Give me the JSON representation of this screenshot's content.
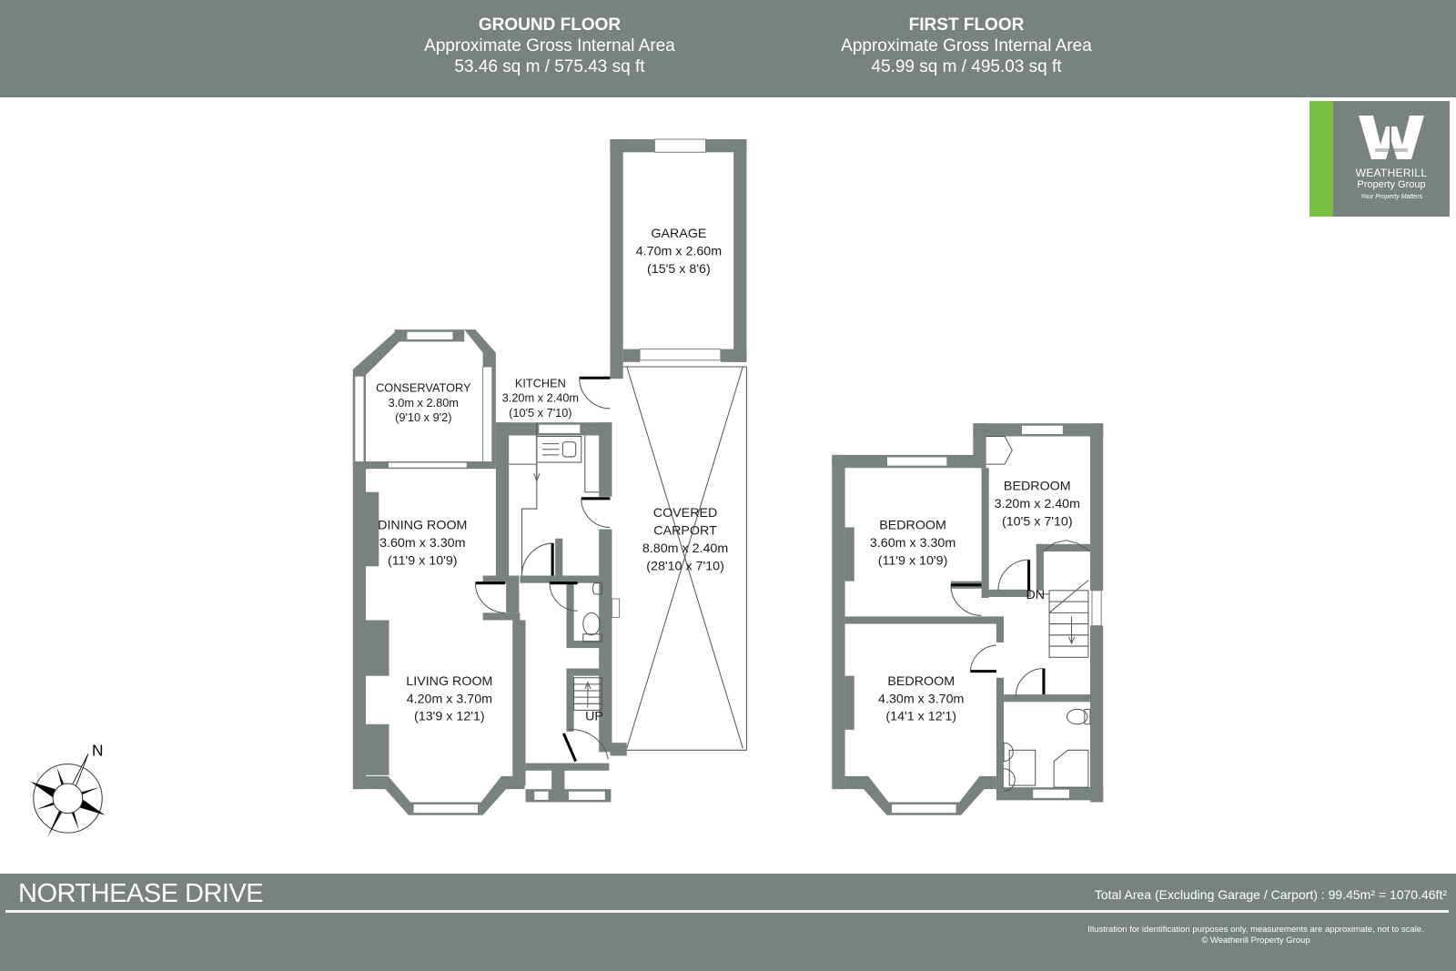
{
  "header": {
    "ground_floor": {
      "title": "GROUND FLOOR",
      "subtitle": "Approximate Gross Internal Area",
      "area": "53.46  sq m / 575.43 sq ft"
    },
    "first_floor": {
      "title": "FIRST FLOOR",
      "subtitle": "Approximate Gross Internal Area",
      "area": "45.99  sq m / 495.03 sq ft"
    }
  },
  "logo": {
    "letter": "W",
    "name": "WEATHERILL",
    "group": "Property Group",
    "tagline": "Your Property Matters",
    "colors": {
      "panel": "#78837f",
      "accent": "#7ac143"
    }
  },
  "ground_floor_rooms": [
    {
      "name": "GARAGE",
      "metric": "4.70m x 2.60m",
      "imperial": "(15'5 x 8'6)"
    },
    {
      "name": "CONSERVATORY",
      "metric": "3.0m x 2.80m",
      "imperial": "(9'10 x 9'2)"
    },
    {
      "name": "KITCHEN",
      "metric": "3.20m x 2.40m",
      "imperial": "(10'5 x 7'10)"
    },
    {
      "name": "DINING ROOM",
      "metric": "3.60m x 3.30m",
      "imperial": "(11'9 x 10'9)"
    },
    {
      "name": "COVERED",
      "name2": "CARPORT",
      "metric": "8.80m x 2.40m",
      "imperial": "(28'10 x 7'10)"
    },
    {
      "name": "LIVING ROOM",
      "metric": "4.20m x 3.70m",
      "imperial": "(13'9 x 12'1)"
    }
  ],
  "ground_floor_markers": {
    "stairs": "UP"
  },
  "first_floor_rooms": [
    {
      "name": "BEDROOM",
      "metric": "3.20m x 2.40m",
      "imperial": "(10'5 x 7'10)"
    },
    {
      "name": "BEDROOM",
      "metric": "3.60m x 3.30m",
      "imperial": "(11'9 x 10'9)"
    },
    {
      "name": "BEDROOM",
      "metric": "4.30m x 3.70m",
      "imperial": "(14'1 x 12'1)"
    }
  ],
  "first_floor_markers": {
    "stairs": "DN"
  },
  "compass": {
    "label": "N"
  },
  "footer": {
    "street": "NORTHEASE DRIVE",
    "total_area": "Total Area (Excluding Garage / Carport) : 99.45m² = 1070.46ft²",
    "disclaimer": "Illustration for identification purposes only, measurements are approximate, not to scale.",
    "copyright": "© Weatherill Property Group"
  },
  "colors": {
    "band": "#78837f",
    "wall": "#78837f",
    "background": "#ffffff"
  }
}
